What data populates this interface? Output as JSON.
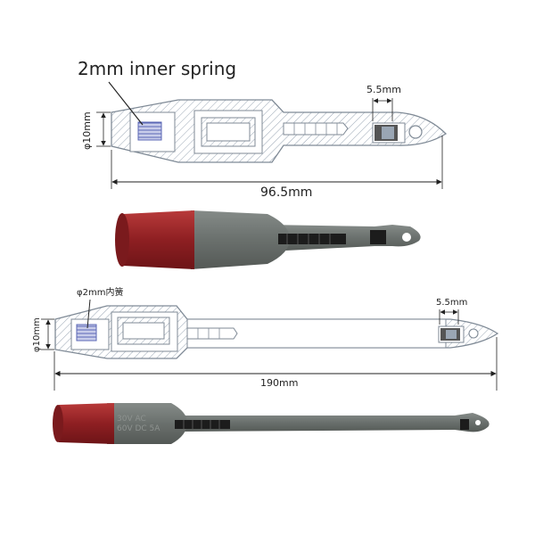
{
  "probe_short": {
    "spring_label": "2mm inner spring",
    "slot_label": "5.5mm",
    "diameter_label": "φ10mm",
    "length_label": "96.5mm"
  },
  "probe_long": {
    "spring_label": "φ2mm内簧",
    "slot_label": "5.5mm",
    "diameter_label": "φ10mm",
    "length_label": "190mm",
    "rating_line1": "30V AC",
    "rating_line2": "60V DC 5A"
  },
  "colors": {
    "cap_red": "#a52a2a",
    "body_gray": "#6f7572",
    "outline": "#7f8a96",
    "hatch": "#9aa6b4",
    "spring_blue": "#5b67b5"
  }
}
